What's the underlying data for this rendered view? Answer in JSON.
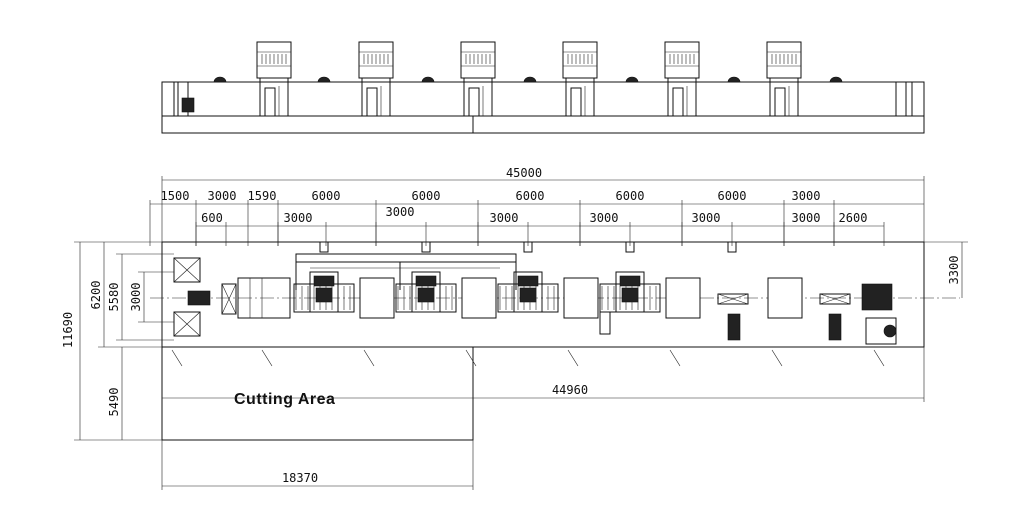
{
  "labels": {
    "cutting_area": "Cutting Area"
  },
  "dimensions": {
    "total_length": "45000",
    "bottom_length": "44960",
    "cutting_length": "18370",
    "total_height": "11690",
    "height_6200": "6200",
    "height_5580": "5580",
    "height_3000": "3000",
    "height_5490": "5490",
    "right_3300": "3300",
    "row1": [
      "1500",
      "3000",
      "1590",
      "6000",
      "6000",
      "6000",
      "6000",
      "6000",
      "3000"
    ],
    "row2": [
      "600",
      "3000",
      "3000",
      "3000",
      "3000",
      "3000",
      "3000",
      "2600"
    ]
  },
  "colors": {
    "line": "#111111",
    "background": "#ffffff"
  }
}
